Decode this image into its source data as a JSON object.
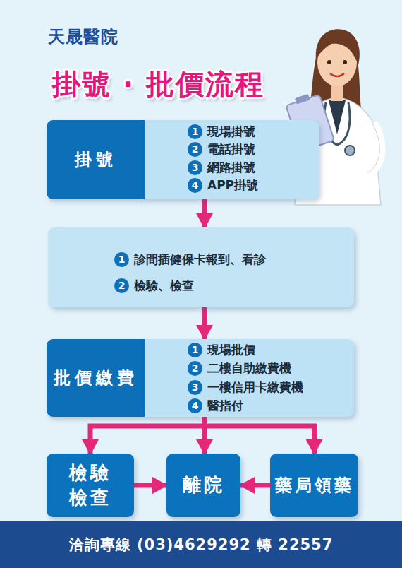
{
  "diagram": {
    "title": "掛號 · 批價流程",
    "nodes": [
      {
        "text": [
          "掛號",
          "1",
          "現場掛號",
          "2",
          "電話掛號",
          "3",
          "網路掛號",
          "4",
          "APP掛號"
        ]
      },
      {
        "text": [
          "1",
          "診間插健保卡報到、看診",
          "2",
          "檢驗、檢查"
        ]
      },
      {
        "text": [
          "批價繳費",
          "1",
          "現場批價",
          "2",
          "二樓自助繳費機",
          "3",
          "一樓信用卡繳費機",
          "4",
          "醫指付"
        ]
      },
      {
        "text": [
          "檢驗 檢查"
        ]
      },
      {
        "text": [
          "離院"
        ]
      },
      {
        "text": [
          "藥局領藥"
        ]
      },
      {
        "text": [
          "洽詢專線 (03)4629292 轉 22557"
        ]
      }
    ],
    "edges": [
      {
        "from": 0,
        "to": 1,
        "arrow": "to"
      },
      {
        "from": 1,
        "to": 2,
        "arrow": "to"
      },
      {
        "from": 2,
        "to": 3,
        "arrow": "to"
      },
      {
        "from": 2,
        "to": 4,
        "arrow": "to"
      },
      {
        "from": 2,
        "to": 5,
        "arrow": "to"
      },
      {
        "from": 3,
        "to": 4,
        "arrow": "to"
      },
      {
        "from": 5,
        "to": 4,
        "arrow": "to"
      }
    ],
    "labels": [
      "天晟醫院"
    ]
  }
}
